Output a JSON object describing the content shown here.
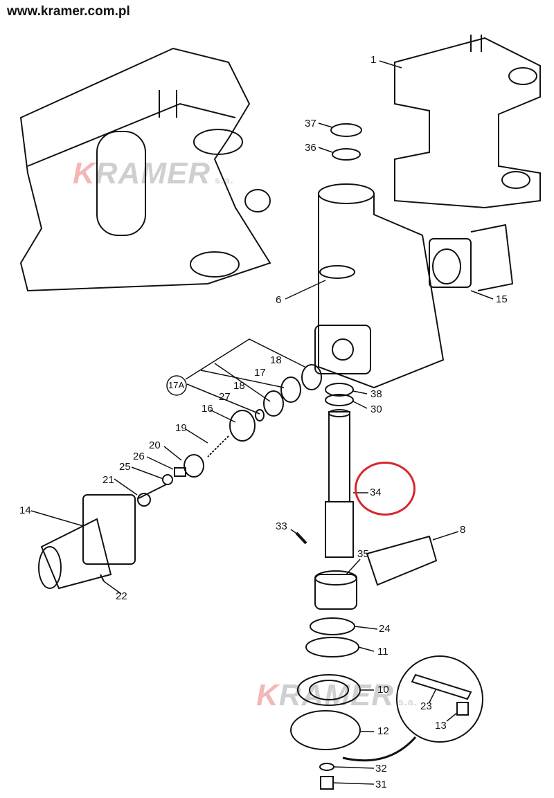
{
  "header": {
    "url": "www.kramer.com.pl"
  },
  "watermark": {
    "brand_first": "K",
    "brand_rest": "RAMER",
    "suffix": "s.a.",
    "accent_color": "#e53935"
  },
  "highlight": {
    "part": "34",
    "color": "#d8262b"
  },
  "parts": [
    {
      "id": "1"
    },
    {
      "id": "37"
    },
    {
      "id": "36"
    },
    {
      "id": "6"
    },
    {
      "id": "15"
    },
    {
      "id": "18a",
      "label": "18"
    },
    {
      "id": "17",
      "label": "17"
    },
    {
      "id": "17A",
      "label": "17A"
    },
    {
      "id": "18b",
      "label": "18"
    },
    {
      "id": "27",
      "label": "27"
    },
    {
      "id": "16",
      "label": "16"
    },
    {
      "id": "38",
      "label": "38"
    },
    {
      "id": "30",
      "label": "30"
    },
    {
      "id": "19",
      "label": "19"
    },
    {
      "id": "20",
      "label": "20"
    },
    {
      "id": "26",
      "label": "26"
    },
    {
      "id": "25",
      "label": "25"
    },
    {
      "id": "21",
      "label": "21"
    },
    {
      "id": "14",
      "label": "14"
    },
    {
      "id": "34",
      "label": "34"
    },
    {
      "id": "33",
      "label": "33"
    },
    {
      "id": "8",
      "label": "8"
    },
    {
      "id": "35",
      "label": "35"
    },
    {
      "id": "22",
      "label": "22"
    },
    {
      "id": "24",
      "label": "24"
    },
    {
      "id": "11",
      "label": "11"
    },
    {
      "id": "10",
      "label": "10"
    },
    {
      "id": "23",
      "label": "23"
    },
    {
      "id": "12",
      "label": "12"
    },
    {
      "id": "13",
      "label": "13"
    },
    {
      "id": "32",
      "label": "32"
    },
    {
      "id": "31",
      "label": "31"
    }
  ],
  "labels": {
    "p1": "1",
    "p37": "37",
    "p36": "36",
    "p6": "6",
    "p15": "15",
    "p18a": "18",
    "p17": "17",
    "p17A": "17A",
    "p18b": "18",
    "p27": "27",
    "p16": "16",
    "p38": "38",
    "p30": "30",
    "p19": "19",
    "p20": "20",
    "p26": "26",
    "p25": "25",
    "p21": "21",
    "p14": "14",
    "p34": "34",
    "p33": "33",
    "p8": "8",
    "p35": "35",
    "p22": "22",
    "p24": "24",
    "p11": "11",
    "p10": "10",
    "p23": "23",
    "p12": "12",
    "p13": "13",
    "p32": "32",
    "p31": "31"
  }
}
